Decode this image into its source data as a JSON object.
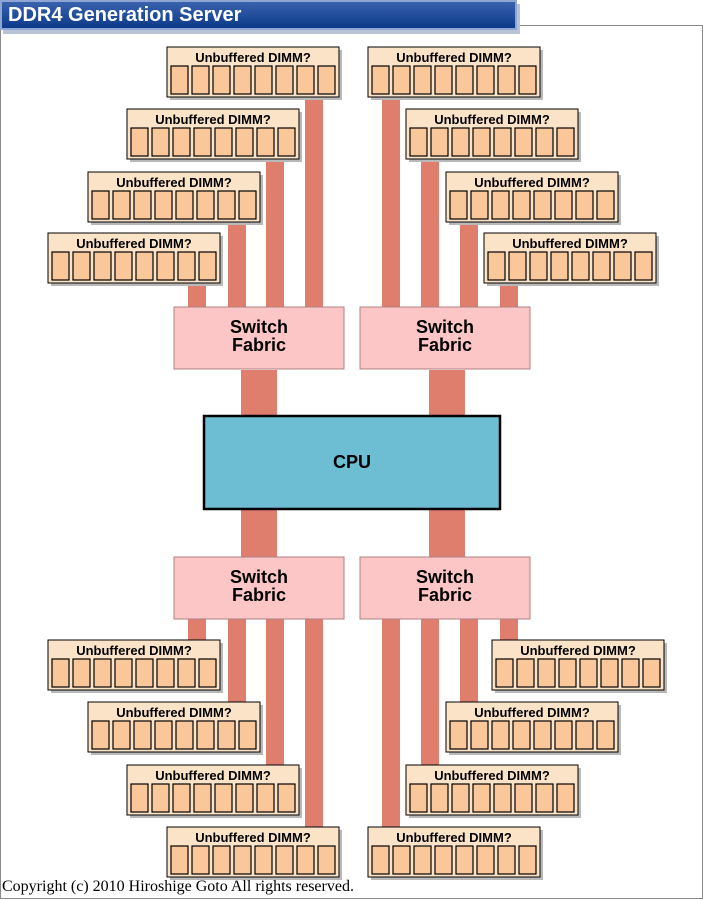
{
  "title": "DDR4 Generation Server",
  "cpu_label": "CPU",
  "switch_label_line1": "Switch",
  "switch_label_line2": "Fabric",
  "dimm_label": "Unbuffered DIMM?",
  "copyright": "Copyright (c) 2010 Hiroshige Goto All rights reserved.",
  "colors": {
    "title_bar": "#0b3a8a",
    "dimm_box": "#fbe3c8",
    "dimm_chip": "#f9c79a",
    "bus": "#e07e6e",
    "switch_fabric": "#fdc6c6",
    "cpu": "#6dbdd3"
  }
}
